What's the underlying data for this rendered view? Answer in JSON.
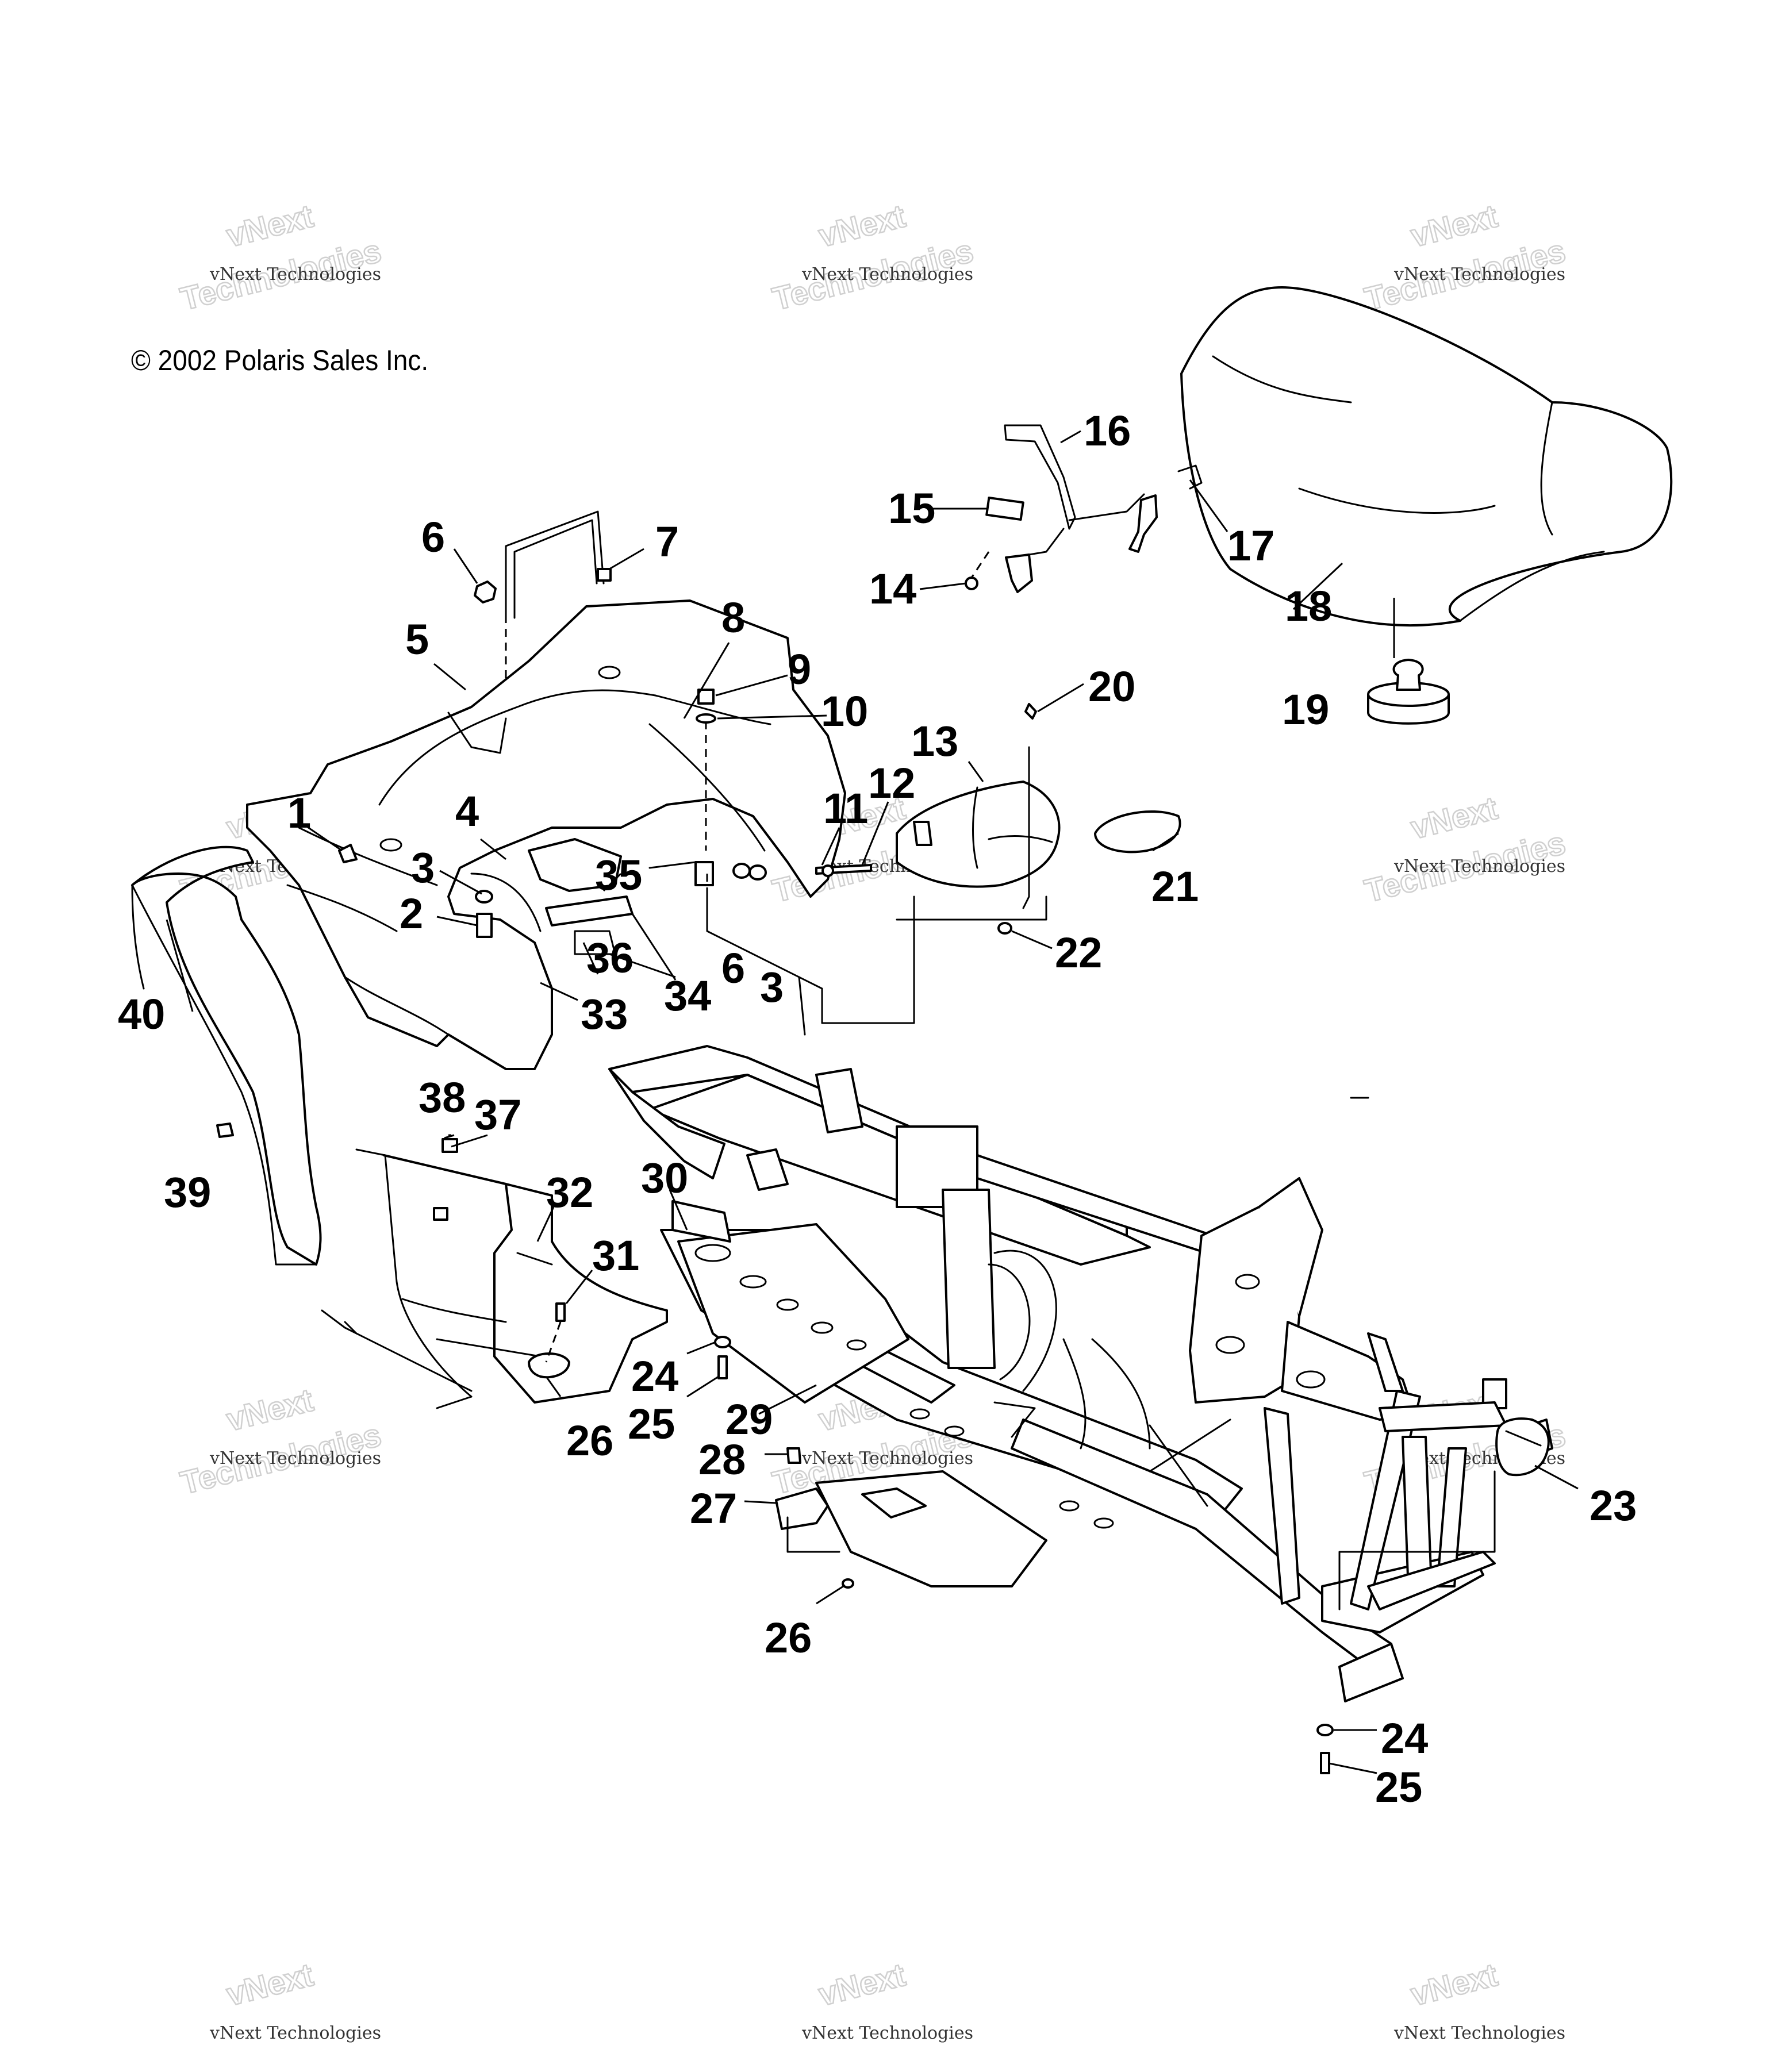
{
  "copyright": "© 2002 Polaris Sales Inc.",
  "watermark": {
    "small": "vNext Technologies",
    "big_line1": "vNext",
    "big_line2": "Technologies"
  },
  "callouts": [
    "1",
    "2",
    "3",
    "3",
    "4",
    "5",
    "6",
    "6",
    "7",
    "8",
    "9",
    "10",
    "11",
    "12",
    "13",
    "14",
    "15",
    "16",
    "17",
    "18",
    "19",
    "20",
    "21",
    "22",
    "23",
    "24",
    "24",
    "25",
    "25",
    "26",
    "26",
    "27",
    "28",
    "29",
    "30",
    "31",
    "32",
    "33",
    "34",
    "35",
    "36",
    "37",
    "38",
    "39",
    "40"
  ]
}
